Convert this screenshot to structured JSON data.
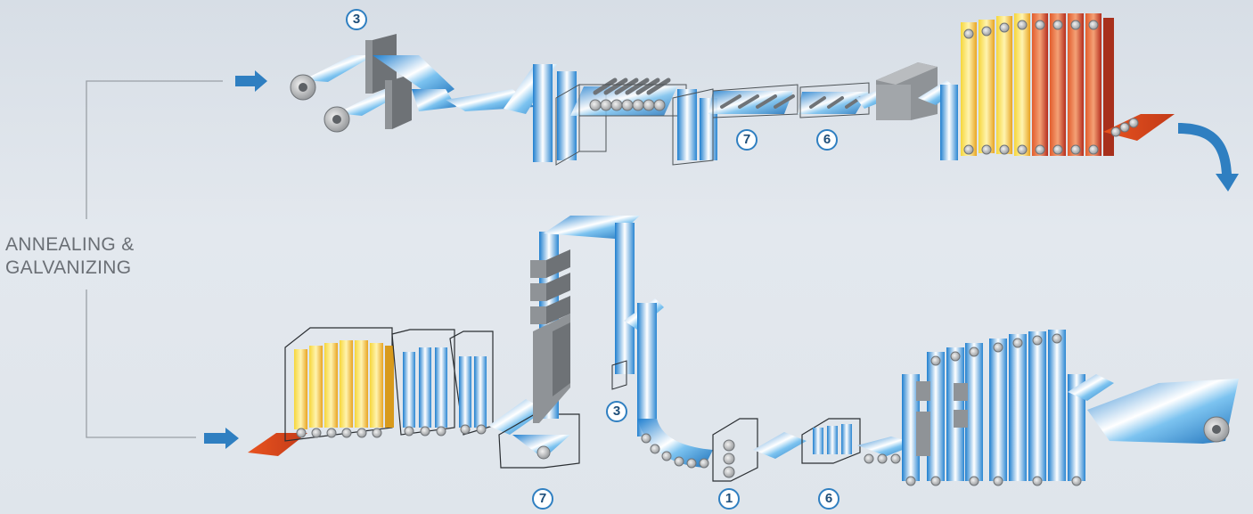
{
  "title_lines": [
    "ANNEALING &",
    "GALVANIZING"
  ],
  "markers": [
    {
      "id": "m-top-3",
      "label": "3"
    },
    {
      "id": "m-top-7",
      "label": "7"
    },
    {
      "id": "m-top-6",
      "label": "6"
    },
    {
      "id": "m-bot-3",
      "label": "3"
    },
    {
      "id": "m-bot-7",
      "label": "7"
    },
    {
      "id": "m-bot-1",
      "label": "1"
    },
    {
      "id": "m-bot-6",
      "label": "6"
    }
  ],
  "colors": {
    "strip_blue": "#2f8fd6",
    "strip_light": "#e8f5ff",
    "arrow_blue": "#2f7fc1",
    "furnace_yellow": "#f0c419",
    "furnace_orange": "#e8902a",
    "furnace_red": "#d2402a",
    "equipment_grey": "#8f9397",
    "bracket_grey": "#9aa0a6"
  }
}
